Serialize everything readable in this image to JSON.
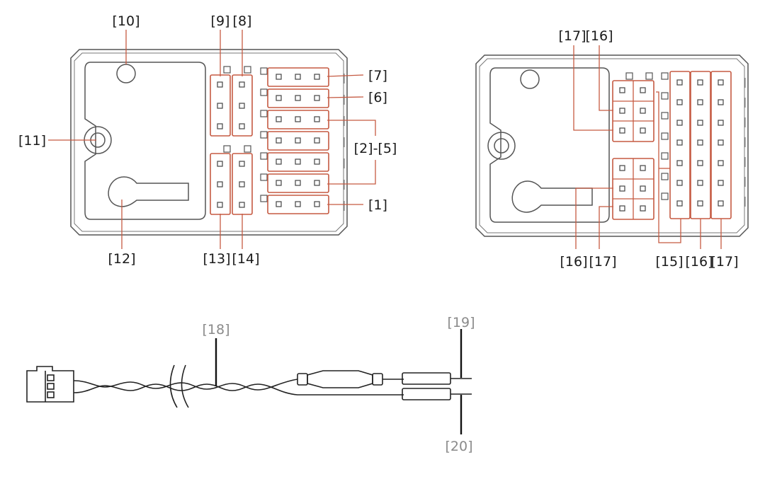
{
  "colors": {
    "accent": "#c55a42",
    "outline": "#555555",
    "text": "#1a1a1a",
    "text_grey": "#8a8a8a"
  },
  "left_diagram": {
    "labels": {
      "l10": "[10]",
      "l9": "[9]",
      "l8": "[8]",
      "l7": "[7]",
      "l6": "[6]",
      "l2_5": "[2]-[5]",
      "l1": "[1]",
      "l11": "[11]",
      "l12": "[12]",
      "l13": "[13]",
      "l14": "[14]"
    }
  },
  "right_diagram": {
    "labels": {
      "top_17": "[17]",
      "top_16": "[16]",
      "bottom_16a": "[16]",
      "bottom_17a": "[17]",
      "bottom_15": "[15]",
      "bottom_16b": "[16]",
      "bottom_17b": "[17]"
    }
  },
  "cable_diagram": {
    "labels": {
      "l18": "[18]",
      "l19": "[19]",
      "l20": "[20]"
    }
  }
}
